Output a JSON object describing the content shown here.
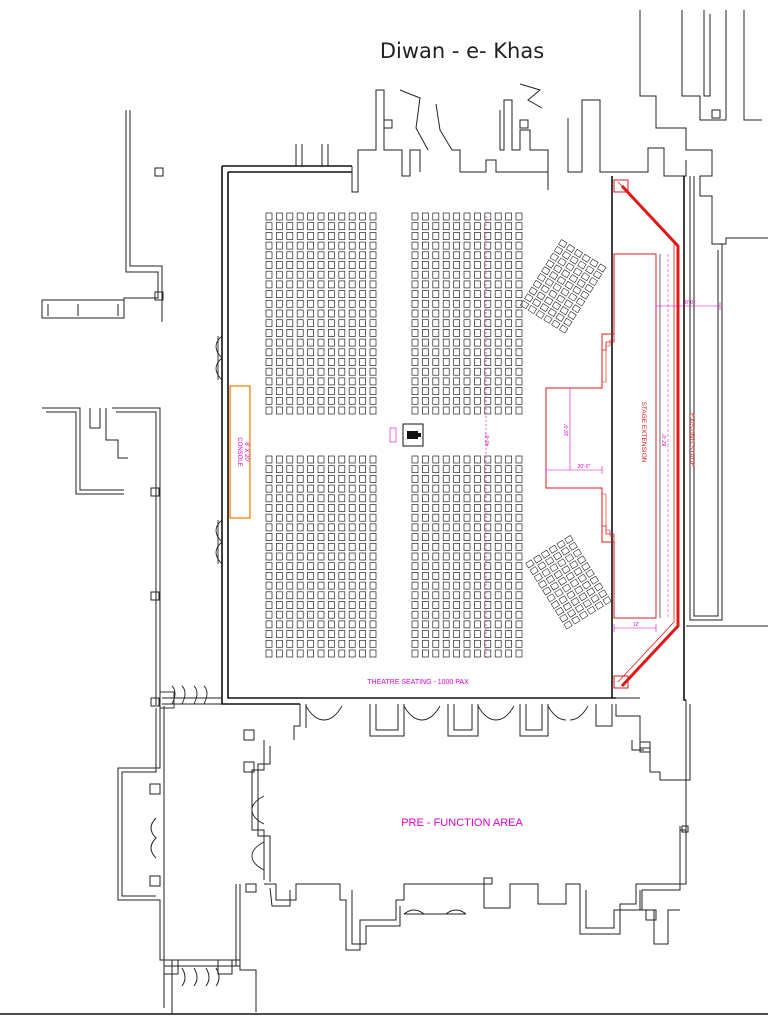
{
  "title": "Diwan - e- Khas",
  "labels": {
    "theatre_seating": "THEATRE SEATING - 1000 PAX",
    "pre_function": "PRE - FUNCTION AREA",
    "stage_extension": "STAGE EXTENSION",
    "existing_stage": "EXISTING STAGE",
    "console": "CONSOLE",
    "console_size": "8' X 20'"
  },
  "dimensions": {
    "upper_width": "8'-0\"",
    "ext_width": "20'-0\"",
    "ext_depth": "16'-0\"",
    "aisle": "48'-0\"",
    "stage_depth": "12'",
    "existing_len": "82'-0\""
  },
  "colors": {
    "walls": "#111111",
    "stage": "#e01818",
    "dimensions": "#e000d0",
    "console": "#ff8c1a"
  },
  "icons": [
    "camera-icon"
  ]
}
